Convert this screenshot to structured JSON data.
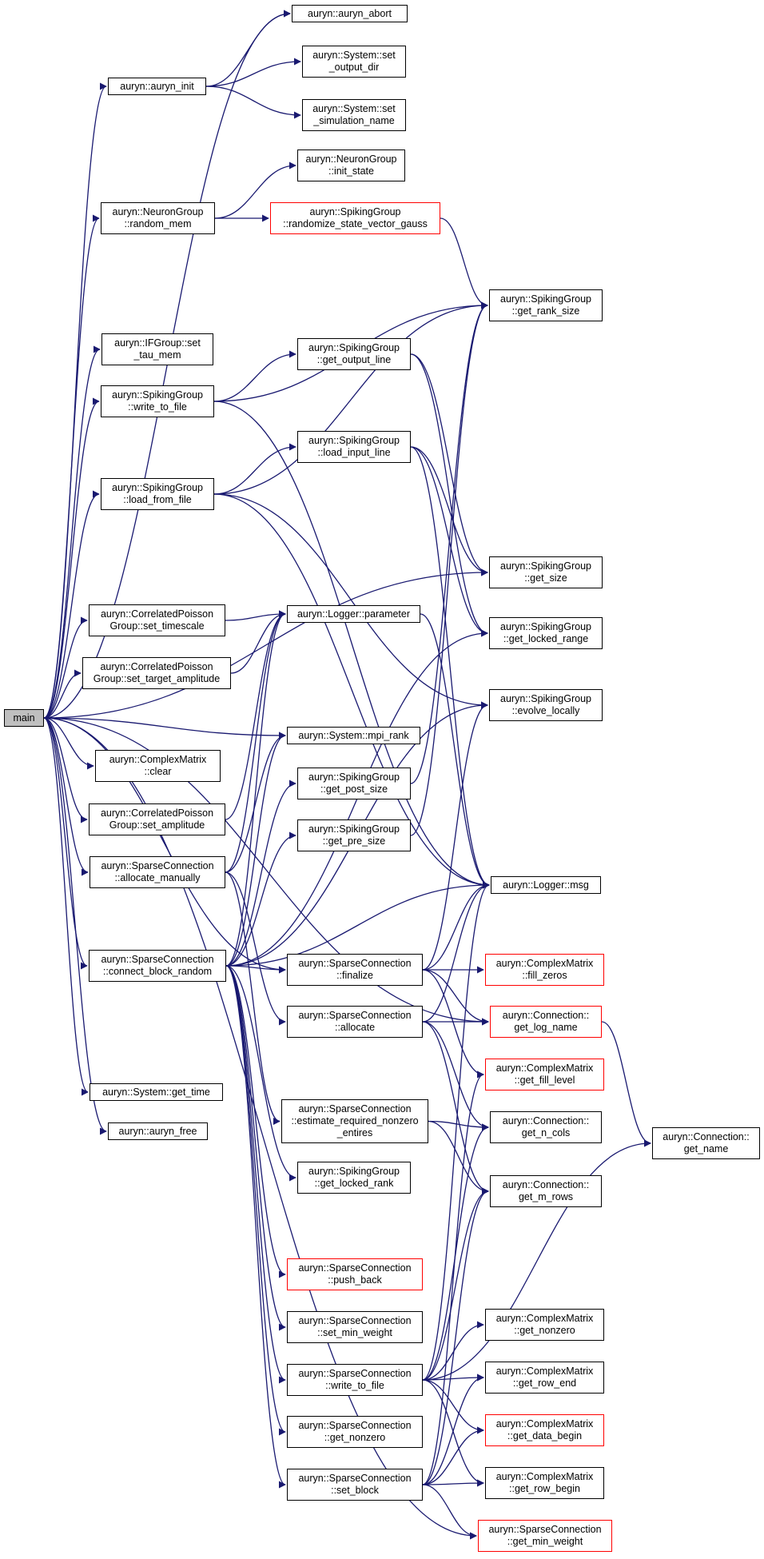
{
  "nodes": [
    {
      "id": "main",
      "lines": [
        "main"
      ],
      "style": "root"
    },
    {
      "id": "auryn_abort",
      "lines": [
        "auryn::auryn_abort"
      ]
    },
    {
      "id": "auryn_init",
      "lines": [
        "auryn::auryn_init"
      ]
    },
    {
      "id": "sys_set_output_dir",
      "lines": [
        "auryn::System::set",
        "_output_dir"
      ]
    },
    {
      "id": "sys_set_simulation_name",
      "lines": [
        "auryn::System::set",
        "_simulation_name"
      ]
    },
    {
      "id": "ng_init_state",
      "lines": [
        "auryn::NeuronGroup",
        "::init_state"
      ]
    },
    {
      "id": "ng_random_mem",
      "lines": [
        "auryn::NeuronGroup",
        "::random_mem"
      ]
    },
    {
      "id": "sg_randomize_state_vector_gauss",
      "lines": [
        "auryn::SpikingGroup",
        "::randomize_state_vector_gauss"
      ],
      "style": "red"
    },
    {
      "id": "sg_get_rank_size",
      "lines": [
        "auryn::SpikingGroup",
        "::get_rank_size"
      ]
    },
    {
      "id": "ifg_set_tau_mem",
      "lines": [
        "auryn::IFGroup::set",
        "_tau_mem"
      ]
    },
    {
      "id": "sg_get_output_line",
      "lines": [
        "auryn::SpikingGroup",
        "::get_output_line"
      ]
    },
    {
      "id": "sg_write_to_file",
      "lines": [
        "auryn::SpikingGroup",
        "::write_to_file"
      ]
    },
    {
      "id": "sg_load_input_line",
      "lines": [
        "auryn::SpikingGroup",
        "::load_input_line"
      ]
    },
    {
      "id": "sg_load_from_file",
      "lines": [
        "auryn::SpikingGroup",
        "::load_from_file"
      ]
    },
    {
      "id": "sg_get_size",
      "lines": [
        "auryn::SpikingGroup",
        "::get_size"
      ]
    },
    {
      "id": "cpg_set_timescale",
      "lines": [
        "auryn::CorrelatedPoisson",
        "Group::set_timescale"
      ]
    },
    {
      "id": "logger_parameter",
      "lines": [
        "auryn::Logger::parameter"
      ]
    },
    {
      "id": "sg_get_locked_range",
      "lines": [
        "auryn::SpikingGroup",
        "::get_locked_range"
      ]
    },
    {
      "id": "cpg_set_target_amplitude",
      "lines": [
        "auryn::CorrelatedPoisson",
        "Group::set_target_amplitude"
      ]
    },
    {
      "id": "sg_evolve_locally",
      "lines": [
        "auryn::SpikingGroup",
        "::evolve_locally"
      ]
    },
    {
      "id": "sys_mpi_rank",
      "lines": [
        "auryn::System::mpi_rank"
      ]
    },
    {
      "id": "cm_clear",
      "lines": [
        "auryn::ComplexMatrix",
        "::clear"
      ]
    },
    {
      "id": "sg_get_post_size",
      "lines": [
        "auryn::SpikingGroup",
        "::get_post_size"
      ]
    },
    {
      "id": "cpg_set_amplitude",
      "lines": [
        "auryn::CorrelatedPoisson",
        "Group::set_amplitude"
      ]
    },
    {
      "id": "sg_get_pre_size",
      "lines": [
        "auryn::SpikingGroup",
        "::get_pre_size"
      ]
    },
    {
      "id": "sc_allocate_manually",
      "lines": [
        "auryn::SparseConnection",
        "::allocate_manually"
      ]
    },
    {
      "id": "logger_msg",
      "lines": [
        "auryn::Logger::msg"
      ]
    },
    {
      "id": "sc_connect_block_random",
      "lines": [
        "auryn::SparseConnection",
        "::connect_block_random"
      ]
    },
    {
      "id": "sc_finalize",
      "lines": [
        "auryn::SparseConnection",
        "::finalize"
      ]
    },
    {
      "id": "cm_fill_zeros",
      "lines": [
        "auryn::ComplexMatrix",
        "::fill_zeros"
      ],
      "style": "red"
    },
    {
      "id": "sc_allocate",
      "lines": [
        "auryn::SparseConnection",
        "::allocate"
      ]
    },
    {
      "id": "conn_get_log_name",
      "lines": [
        "auryn::Connection::",
        "get_log_name"
      ],
      "style": "red"
    },
    {
      "id": "cm_get_fill_level",
      "lines": [
        "auryn::ComplexMatrix",
        "::get_fill_level"
      ],
      "style": "red"
    },
    {
      "id": "sys_get_time",
      "lines": [
        "auryn::System::get_time"
      ]
    },
    {
      "id": "sc_estimate_required_nonzero_entires",
      "lines": [
        "auryn::SparseConnection",
        "::estimate_required_nonzero",
        "_entires"
      ]
    },
    {
      "id": "conn_get_n_cols",
      "lines": [
        "auryn::Connection::",
        "get_n_cols"
      ]
    },
    {
      "id": "conn_get_name",
      "lines": [
        "auryn::Connection::",
        "get_name"
      ]
    },
    {
      "id": "auryn_free",
      "lines": [
        "auryn::auryn_free"
      ]
    },
    {
      "id": "sg_get_locked_rank",
      "lines": [
        "auryn::SpikingGroup",
        "::get_locked_rank"
      ]
    },
    {
      "id": "conn_get_m_rows",
      "lines": [
        "auryn::Connection::",
        "get_m_rows"
      ]
    },
    {
      "id": "sc_push_back",
      "lines": [
        "auryn::SparseConnection",
        "::push_back"
      ],
      "style": "red"
    },
    {
      "id": "cm_get_nonzero",
      "lines": [
        "auryn::ComplexMatrix",
        "::get_nonzero"
      ]
    },
    {
      "id": "sc_set_min_weight",
      "lines": [
        "auryn::SparseConnection",
        "::set_min_weight"
      ]
    },
    {
      "id": "sc_write_to_file",
      "lines": [
        "auryn::SparseConnection",
        "::write_to_file"
      ]
    },
    {
      "id": "cm_get_row_end",
      "lines": [
        "auryn::ComplexMatrix",
        "::get_row_end"
      ]
    },
    {
      "id": "sc_get_nonzero",
      "lines": [
        "auryn::SparseConnection",
        "::get_nonzero"
      ]
    },
    {
      "id": "cm_get_data_begin",
      "lines": [
        "auryn::ComplexMatrix",
        "::get_data_begin"
      ],
      "style": "red"
    },
    {
      "id": "sc_set_block",
      "lines": [
        "auryn::SparseConnection",
        "::set_block"
      ]
    },
    {
      "id": "cm_get_row_begin",
      "lines": [
        "auryn::ComplexMatrix",
        "::get_row_begin"
      ]
    },
    {
      "id": "sc_get_min_weight",
      "lines": [
        "auryn::SparseConnection",
        "::get_min_weight"
      ],
      "style": "red"
    }
  ],
  "edges": [
    [
      "main",
      "auryn_abort"
    ],
    [
      "main",
      "auryn_init"
    ],
    [
      "main",
      "ng_random_mem"
    ],
    [
      "main",
      "ifg_set_tau_mem"
    ],
    [
      "main",
      "sg_write_to_file"
    ],
    [
      "main",
      "sg_load_from_file"
    ],
    [
      "main",
      "sg_get_size"
    ],
    [
      "main",
      "cpg_set_timescale"
    ],
    [
      "main",
      "cpg_set_target_amplitude"
    ],
    [
      "main",
      "sys_mpi_rank"
    ],
    [
      "main",
      "cm_clear"
    ],
    [
      "main",
      "cpg_set_amplitude"
    ],
    [
      "main",
      "sc_allocate_manually"
    ],
    [
      "main",
      "sc_connect_block_random"
    ],
    [
      "main",
      "sc_finalize"
    ],
    [
      "main",
      "conn_get_log_name"
    ],
    [
      "main",
      "sys_get_time"
    ],
    [
      "main",
      "auryn_free"
    ],
    [
      "main",
      "sc_get_min_weight"
    ],
    [
      "auryn_init",
      "auryn_abort"
    ],
    [
      "auryn_init",
      "sys_set_output_dir"
    ],
    [
      "auryn_init",
      "sys_set_simulation_name"
    ],
    [
      "ng_random_mem",
      "ng_init_state"
    ],
    [
      "ng_random_mem",
      "sg_randomize_state_vector_gauss"
    ],
    [
      "sg_randomize_state_vector_gauss",
      "sg_get_rank_size"
    ],
    [
      "sg_write_to_file",
      "sg_get_rank_size"
    ],
    [
      "sg_write_to_file",
      "sg_get_output_line"
    ],
    [
      "sg_write_to_file",
      "logger_msg"
    ],
    [
      "sg_get_output_line",
      "sg_get_size"
    ],
    [
      "sg_get_output_line",
      "sg_get_locked_range"
    ],
    [
      "sg_load_from_file",
      "sg_get_rank_size"
    ],
    [
      "sg_load_from_file",
      "sg_load_input_line"
    ],
    [
      "sg_load_from_file",
      "sg_evolve_locally"
    ],
    [
      "sg_load_from_file",
      "logger_msg"
    ],
    [
      "sg_load_input_line",
      "sg_get_size"
    ],
    [
      "sg_load_input_line",
      "sg_get_locked_range"
    ],
    [
      "sg_load_input_line",
      "logger_msg"
    ],
    [
      "cpg_set_timescale",
      "logger_parameter"
    ],
    [
      "cpg_set_target_amplitude",
      "logger_parameter"
    ],
    [
      "cpg_set_amplitude",
      "logger_parameter"
    ],
    [
      "logger_parameter",
      "logger_msg"
    ],
    [
      "sg_get_post_size",
      "sg_get_rank_size"
    ],
    [
      "sg_get_pre_size",
      "sg_get_rank_size"
    ],
    [
      "sc_allocate_manually",
      "sys_mpi_rank"
    ],
    [
      "sc_allocate_manually",
      "logger_parameter"
    ],
    [
      "sc_allocate_manually",
      "sc_allocate"
    ],
    [
      "sc_allocate_manually",
      "sc_estimate_required_nonzero_entires"
    ],
    [
      "sc_connect_block_random",
      "sys_mpi_rank"
    ],
    [
      "sc_connect_block_random",
      "logger_parameter"
    ],
    [
      "sc_connect_block_random",
      "sg_get_post_size"
    ],
    [
      "sc_connect_block_random",
      "sg_get_pre_size"
    ],
    [
      "sc_connect_block_random",
      "logger_msg"
    ],
    [
      "sc_connect_block_random",
      "sc_finalize"
    ],
    [
      "sc_connect_block_random",
      "sg_get_locked_rank"
    ],
    [
      "sc_connect_block_random",
      "sc_push_back"
    ],
    [
      "sc_connect_block_random",
      "sc_set_min_weight"
    ],
    [
      "sc_connect_block_random",
      "sc_write_to_file"
    ],
    [
      "sc_connect_block_random",
      "sc_get_nonzero"
    ],
    [
      "sc_connect_block_random",
      "sc_set_block"
    ],
    [
      "sc_connect_block_random",
      "sg_get_locked_range"
    ],
    [
      "sc_connect_block_random",
      "sg_evolve_locally"
    ],
    [
      "sc_finalize",
      "cm_fill_zeros"
    ],
    [
      "sc_finalize",
      "conn_get_log_name"
    ],
    [
      "sc_finalize",
      "logger_msg"
    ],
    [
      "sc_finalize",
      "cm_get_fill_level"
    ],
    [
      "sc_finalize",
      "sg_evolve_locally"
    ],
    [
      "sc_allocate",
      "conn_get_log_name"
    ],
    [
      "sc_allocate",
      "logger_msg"
    ],
    [
      "sc_allocate",
      "conn_get_n_cols"
    ],
    [
      "sc_allocate",
      "conn_get_m_rows"
    ],
    [
      "conn_get_log_name",
      "conn_get_name"
    ],
    [
      "sc_estimate_required_nonzero_entires",
      "conn_get_n_cols"
    ],
    [
      "sc_estimate_required_nonzero_entires",
      "conn_get_m_rows"
    ],
    [
      "sc_write_to_file",
      "cm_get_nonzero"
    ],
    [
      "sc_write_to_file",
      "cm_get_row_end"
    ],
    [
      "sc_write_to_file",
      "cm_get_data_begin"
    ],
    [
      "sc_write_to_file",
      "cm_get_row_begin"
    ],
    [
      "sc_write_to_file",
      "conn_get_name"
    ],
    [
      "sc_write_to_file",
      "conn_get_m_rows"
    ],
    [
      "sc_write_to_file",
      "conn_get_n_cols"
    ],
    [
      "sc_write_to_file",
      "logger_msg"
    ],
    [
      "sc_set_block",
      "cm_get_row_begin"
    ],
    [
      "sc_set_block",
      "cm_get_data_begin"
    ],
    [
      "sc_set_block",
      "cm_get_row_end"
    ],
    [
      "sc_set_block",
      "sc_get_min_weight"
    ],
    [
      "sc_set_block",
      "cm_get_fill_level"
    ],
    [
      "sc_set_block",
      "conn_get_m_rows"
    ]
  ],
  "colors": {
    "edge": "#191970",
    "root_fill": "#bfbfbf",
    "border": "#000000",
    "highlight_border": "#ff0000"
  }
}
